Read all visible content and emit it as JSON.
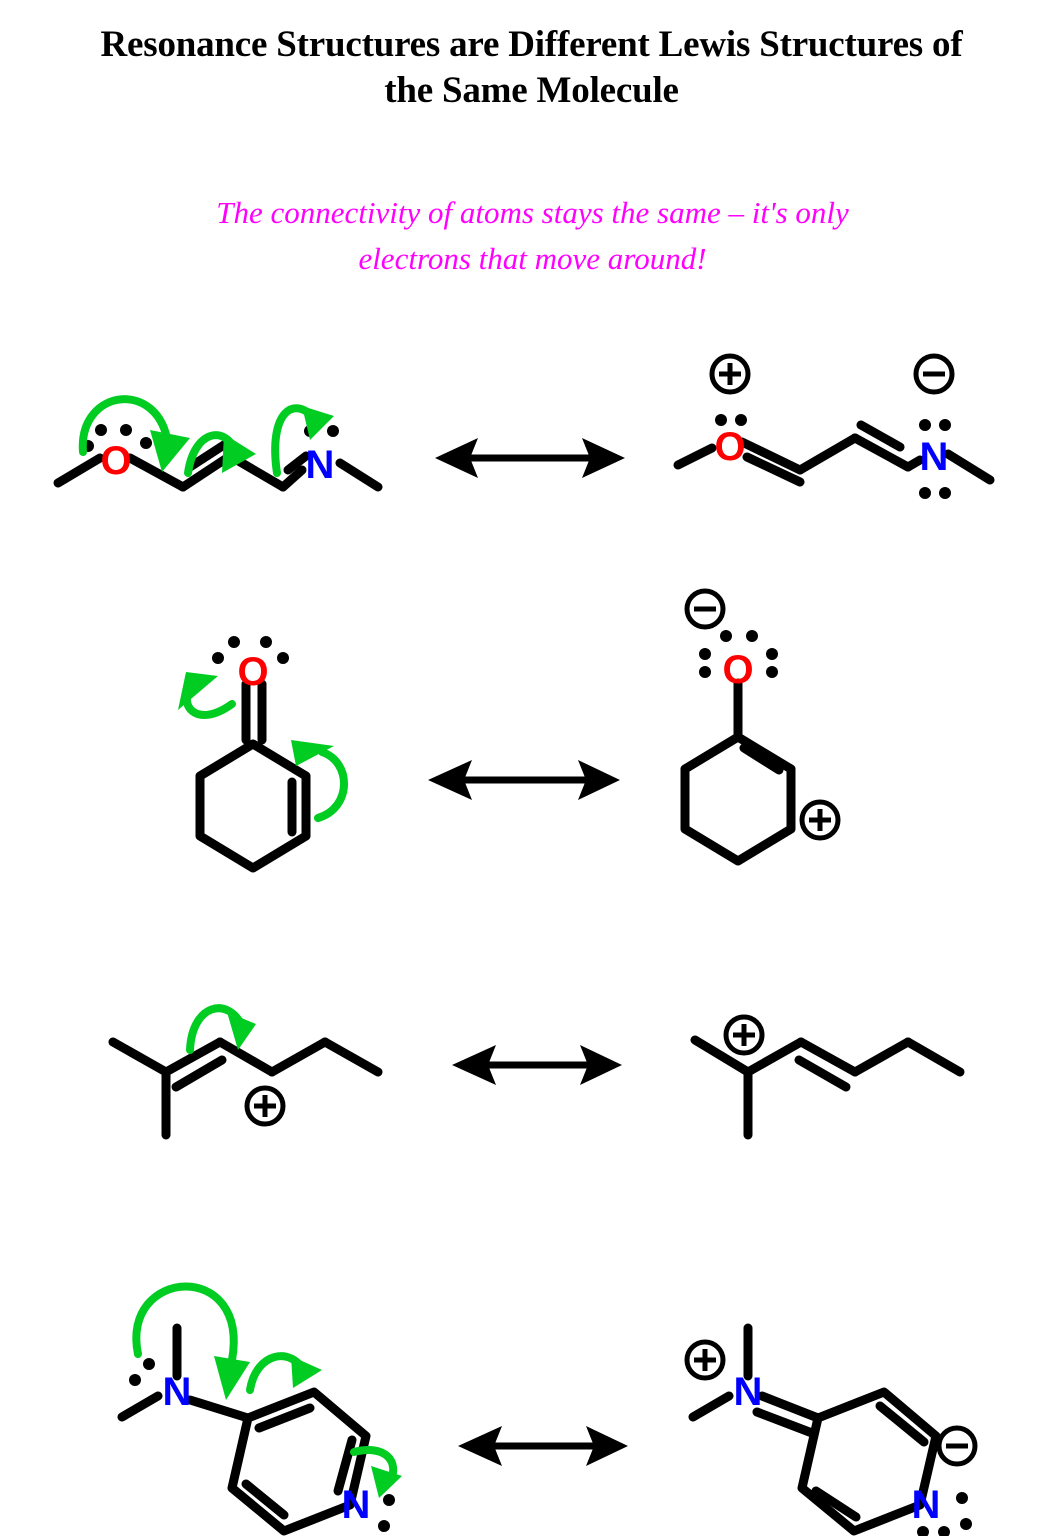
{
  "page": {
    "title_line1": "Resonance Structures are Different Lewis Structures of",
    "title_line2": "the Same Molecule",
    "subtitle_line1": "The connectivity of atoms stays the same – it's only",
    "subtitle_line2": "electrons that move around!",
    "background": "#ffffff"
  },
  "colors": {
    "bond": "#000000",
    "oxygen": "#ff0000",
    "nitrogen": "#0000ff",
    "curved_arrow": "#00cc22",
    "resonance_arrow": "#000000",
    "title": "#000000",
    "subtitle": "#ff00ff",
    "lone_pair": "#000000"
  },
  "rows": [
    {
      "id": "row-1",
      "name": "enol-ether-iminium-resonance",
      "left": {
        "name": "methoxy-butadienyl-imine",
        "atom_labels": [
          "O",
          "N"
        ],
        "charges": [],
        "lone_pairs": {
          "O": 3,
          "N": 1
        },
        "curved_arrows": 3
      },
      "resonance_arrow": {
        "label": "↔",
        "name": "resonance-double-headed-arrow"
      },
      "right": {
        "name": "oxocarbenium-amide-resonance-form",
        "atom_labels": [
          "O",
          "N"
        ],
        "charges": [
          {
            "atom": "O",
            "sign": "⊕",
            "value": "+"
          },
          {
            "atom": "N",
            "sign": "⊖",
            "value": "−"
          }
        ],
        "lone_pairs": {
          "O": 1,
          "N": 2
        },
        "curved_arrows": 0
      }
    },
    {
      "id": "row-2",
      "name": "cyclohexenone-resonance",
      "left": {
        "name": "cyclohex-2-enone",
        "atom_labels": [
          "O"
        ],
        "charges": [],
        "lone_pairs": {
          "O": 2
        },
        "curved_arrows": 2
      },
      "resonance_arrow": {
        "label": "↔",
        "name": "resonance-double-headed-arrow"
      },
      "right": {
        "name": "cyclohexenone-zwitterion-resonance-form",
        "atom_labels": [
          "O"
        ],
        "charges": [
          {
            "atom": "O",
            "sign": "⊖",
            "value": "−"
          },
          {
            "atom": "C",
            "sign": "⊕",
            "value": "+"
          }
        ],
        "lone_pairs": {
          "O": 3
        },
        "curved_arrows": 0
      }
    },
    {
      "id": "row-3",
      "name": "allyl-cation-resonance",
      "left": {
        "name": "allylic-carbocation",
        "atom_labels": [],
        "charges": [
          {
            "atom": "C",
            "sign": "⊕",
            "value": "+"
          }
        ],
        "lone_pairs": {},
        "curved_arrows": 1
      },
      "resonance_arrow": {
        "label": "↔",
        "name": "resonance-double-headed-arrow"
      },
      "right": {
        "name": "allylic-carbocation-resonance-form",
        "atom_labels": [],
        "charges": [
          {
            "atom": "C",
            "sign": "⊕",
            "value": "+"
          }
        ],
        "lone_pairs": {},
        "curved_arrows": 0
      }
    },
    {
      "id": "row-4",
      "name": "dmap-resonance",
      "left": {
        "name": "dimethylaminopyridine",
        "atom_labels": [
          "N",
          "N"
        ],
        "charges": [],
        "lone_pairs": {
          "N_amine": 1,
          "N_ring": 1
        },
        "curved_arrows": 3
      },
      "resonance_arrow": {
        "label": "↔",
        "name": "resonance-double-headed-arrow"
      },
      "right": {
        "name": "dmap-iminium-amide-resonance-form",
        "atom_labels": [
          "N",
          "N"
        ],
        "charges": [
          {
            "atom": "N_amine",
            "sign": "⊕",
            "value": "+"
          },
          {
            "atom": "N_ring",
            "sign": "⊖",
            "value": "−"
          }
        ],
        "lone_pairs": {
          "N_ring": 2
        },
        "curved_arrows": 0
      }
    }
  ]
}
